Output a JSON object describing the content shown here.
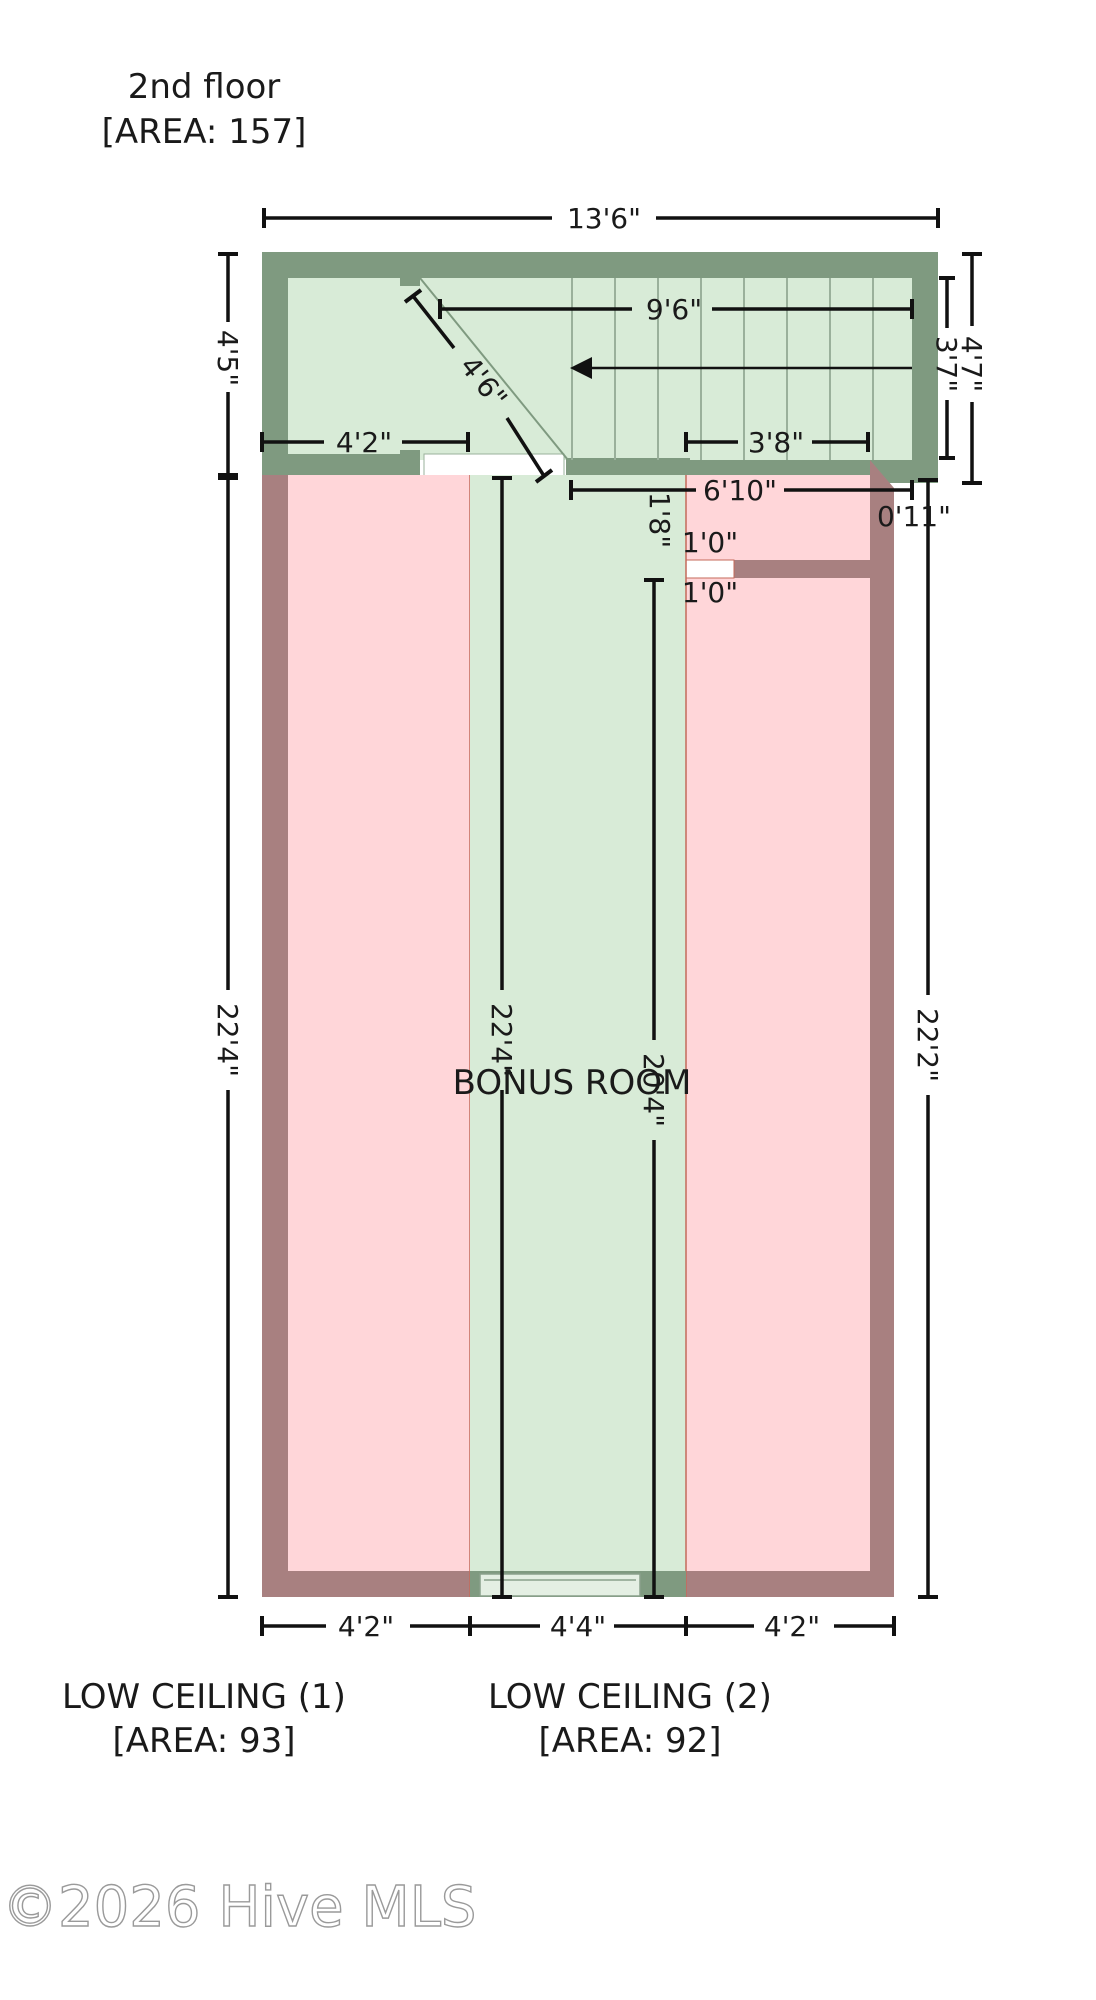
{
  "floor": {
    "title": "2nd floor",
    "area": "[AREA: 157]"
  },
  "rooms": {
    "bonus": "BONUS ROOM",
    "low_ceiling_1": {
      "title": "LOW CEILING (1)",
      "area": "[AREA: 93]"
    },
    "low_ceiling_2": {
      "title": "LOW CEILING (2)",
      "area": "[AREA: 92]"
    }
  },
  "dimensions": {
    "top_width": "13'6\"",
    "stair_run": "9'6\"",
    "stair_diag": "4'6\"",
    "landing_width": "4'2\"",
    "stair_inner": "3'8\"",
    "upper_left_height": "4'5\"",
    "upper_right_outer": "4'7\"",
    "upper_right_inner": "3'7\"",
    "mid_width": "6'10\"",
    "right_offset": "0'11\"",
    "closet_depth": "1'8\"",
    "closet_1": "1'0\"",
    "closet_2": "1'0\"",
    "left_height": "22'4\"",
    "center_left_height": "22'4\"",
    "center_right_height": "20'4\"",
    "right_height": "22'2\"",
    "bottom_left": "4'2\"",
    "bottom_center": "4'4\"",
    "bottom_right": "4'2\""
  },
  "watermark": "©2026 Hive MLS",
  "colors": {
    "wall_green": "#7f9a80",
    "floor_green": "#d8ebd7",
    "wall_red": "#a88080",
    "floor_red": "#ffd6d9"
  }
}
